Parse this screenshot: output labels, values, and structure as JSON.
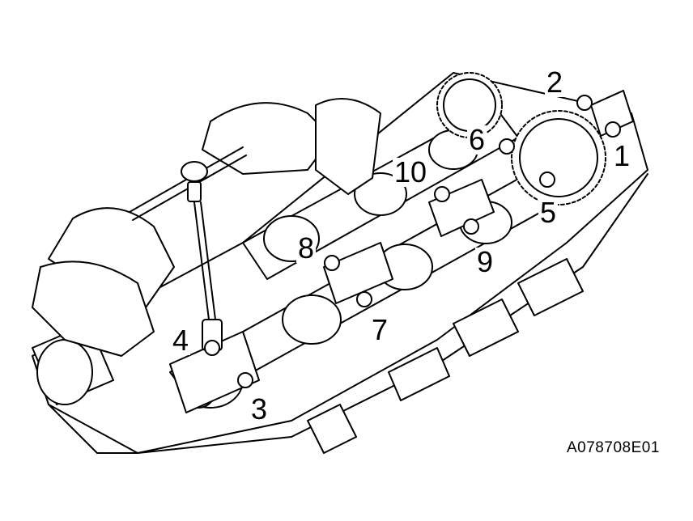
{
  "figure_code": "A078708E01",
  "callouts": [
    "1",
    "2",
    "3",
    "4",
    "5",
    "6",
    "7",
    "8",
    "9",
    "10"
  ],
  "colors": {
    "line": "#000000",
    "background": "#ffffff"
  }
}
